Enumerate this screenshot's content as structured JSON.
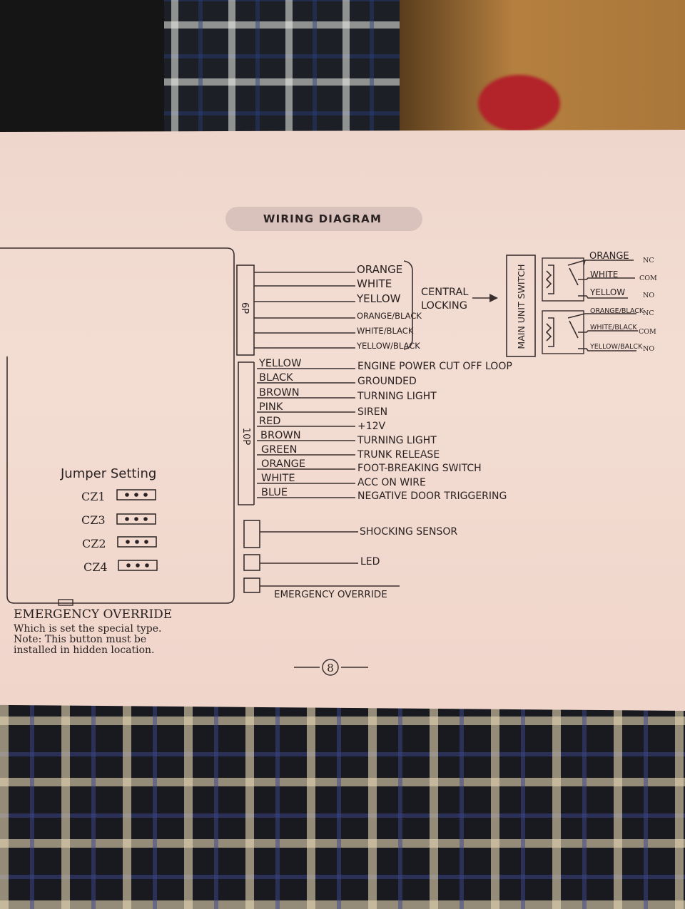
{
  "title": "WIRING DIAGRAM",
  "harness_6p": {
    "label": "6P",
    "wires": [
      "ORANGE",
      "WHITE",
      "YELLOW",
      "ORANGE/BLACK",
      "WHITE/BLACK",
      "YELLOW/BLACK"
    ],
    "group_label_1": "CENTRAL",
    "group_label_2": "LOCKING"
  },
  "switch": {
    "label": "MAIN UNIT SWITCH",
    "relay1": [
      {
        "wire": "ORANGE",
        "contact": "NC"
      },
      {
        "wire": "WHITE",
        "contact": "COM"
      },
      {
        "wire": "YELLOW",
        "contact": "NO"
      }
    ],
    "relay2": [
      {
        "wire": "ORANGE/BLACK",
        "contact": "NC"
      },
      {
        "wire": "WHITE/BLACK",
        "contact": "COM"
      },
      {
        "wire": "YELLOW/BALCK",
        "contact": "NO"
      }
    ]
  },
  "harness_10p": {
    "label": "10P",
    "wires": [
      {
        "color": "YELLOW",
        "function": "ENGINE POWER CUT OFF LOOP"
      },
      {
        "color": "BLACK",
        "function": "GROUNDED"
      },
      {
        "color": "BROWN",
        "function": "TURNING LIGHT"
      },
      {
        "color": "PINK",
        "function": "SIREN"
      },
      {
        "color": "RED",
        "function": "+12V"
      },
      {
        "color": "BROWN",
        "function": "TURNING LIGHT"
      },
      {
        "color": "GREEN",
        "function": "TRUNK RELEASE"
      },
      {
        "color": "ORANGE",
        "function": "FOOT-BREAKING SWITCH"
      },
      {
        "color": "WHITE",
        "function": "ACC ON WIRE"
      },
      {
        "color": "BLUE",
        "function": "NEGATIVE DOOR TRIGGERING"
      }
    ]
  },
  "connectors": {
    "shock": "SHOCKING SENSOR",
    "led": "LED",
    "override": "EMERGENCY OVERRIDE"
  },
  "jumper": {
    "title": "Jumper Setting",
    "items": [
      "CZ1",
      "CZ3",
      "CZ2",
      "CZ4"
    ]
  },
  "footnote": {
    "heading": "EMERGENCY OVERRIDE",
    "line1": "Which is set the special type.",
    "line2": "Note: This button must be",
    "line3": "installed in hidden location."
  },
  "page_number": "8"
}
